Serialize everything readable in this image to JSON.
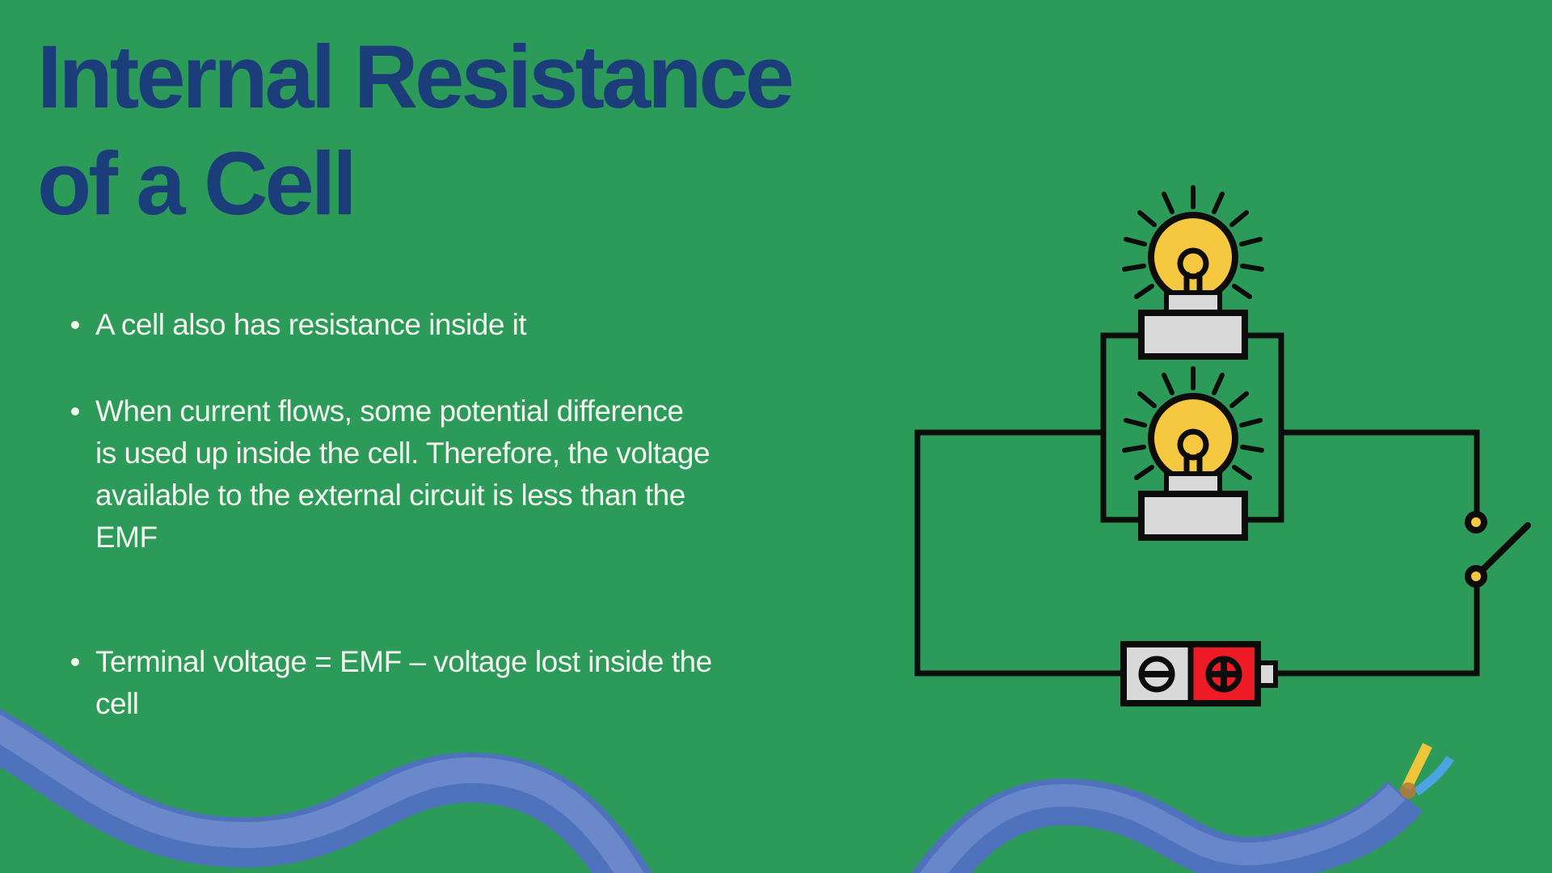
{
  "slide": {
    "background_color": "#2c9a59",
    "title": {
      "text": "Internal Resistance\nof a Cell",
      "color": "#1b3e7a"
    },
    "bullets": {
      "color": "#f4f6f0",
      "items": [
        "A cell also has resistance inside it",
        "When current flows, some potential difference\nis used up inside the cell. Therefore, the voltage\navailable to the external circuit is less than the\nEMF",
        "Terminal voltage = EMF – voltage lost inside the\ncell"
      ]
    },
    "illustration": {
      "description": "circuit with two light bulbs in parallel, an open switch and a battery cell",
      "icons": [
        "light-bulb-icon",
        "light-bulb-icon",
        "open-switch-icon",
        "battery-cell-icon"
      ],
      "colors": {
        "wire": "#0c0c0c",
        "bulb_glass": "#f6c83f",
        "bulb_base": "#d9d9d9",
        "battery_negative_half": "#d9d9d9",
        "battery_positive_half": "#ee1b24",
        "switch_terminal": "#f6c83f"
      }
    },
    "decorations": {
      "cable_color": "#4f72bd",
      "cable_highlight": "#6e8ccd",
      "strand_yellow": "#efc53c",
      "strand_blue": "#4da4e0",
      "copper_tip": "#b5793a"
    }
  }
}
